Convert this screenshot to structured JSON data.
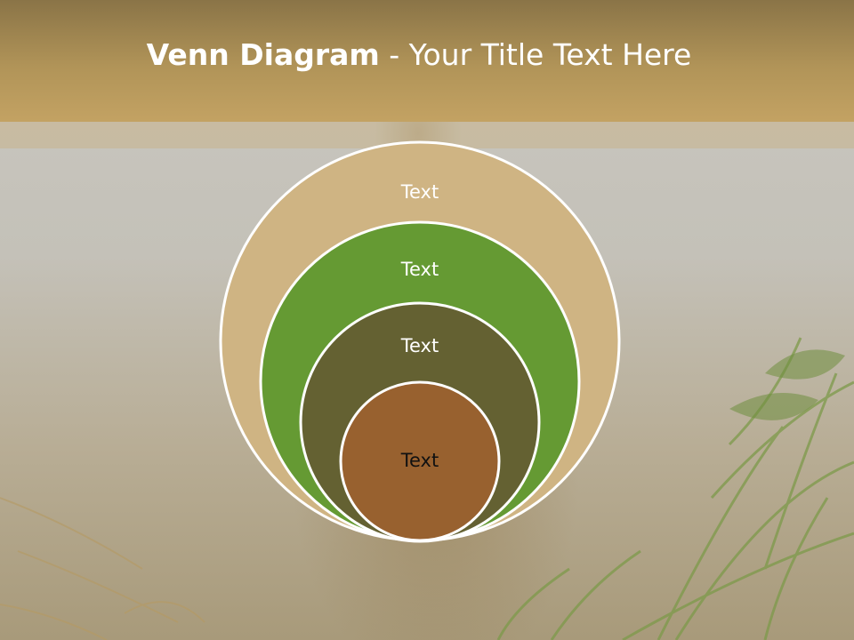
{
  "title": {
    "bold": "Venn Diagram",
    "rest": " - Your Title Text Here"
  },
  "diagram": {
    "type": "nested-venn",
    "circles": [
      {
        "label": "Text",
        "fill": "#cfb483",
        "text_color": "#ffffff"
      },
      {
        "label": "Text",
        "fill": "#659a33",
        "text_color": "#ffffff"
      },
      {
        "label": "Text",
        "fill": "#646132",
        "text_color": "#ffffff"
      },
      {
        "label": "Text",
        "fill": "#98612f",
        "text_color": "#111111"
      }
    ],
    "stroke_color": "#ffffff"
  },
  "colors": {
    "title_bar": "#b19458",
    "background": "#c7c4bc"
  }
}
